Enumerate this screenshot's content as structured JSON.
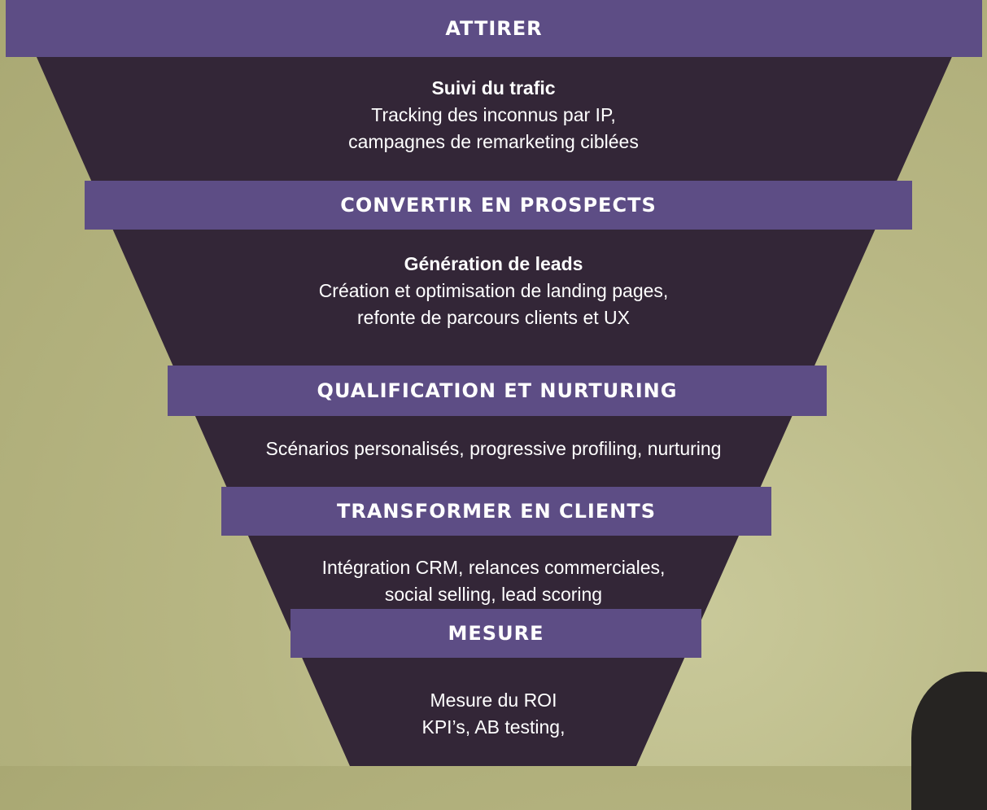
{
  "colors": {
    "background": "#b8b784",
    "funnel": "#332637",
    "band": "#5d4d85",
    "text": "#ffffff"
  },
  "stages": [
    {
      "title": "ATTIRER",
      "heading": "Suivi du trafic",
      "lines": [
        "Tracking des inconnus par IP,",
        "campagnes de remarketing ciblées"
      ]
    },
    {
      "title": "CONVERTIR EN PROSPECTS",
      "heading": "Génération de leads",
      "lines": [
        "Création et optimisation de landing pages,",
        "refonte de parcours clients et UX"
      ]
    },
    {
      "title": "QUALIFICATION ET NURTURING",
      "lines": [
        "Scénarios personalisés, progressive profiling, nurturing"
      ]
    },
    {
      "title": "TRANSFORMER EN CLIENTS",
      "lines": [
        "Intégration CRM,  relances commerciales,",
        "social selling, lead scoring"
      ]
    },
    {
      "title": "MESURE",
      "lines": [
        "Mesure du ROI",
        "KPI’s, AB testing,"
      ]
    }
  ]
}
